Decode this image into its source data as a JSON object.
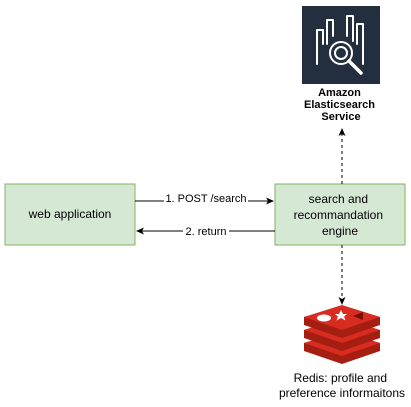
{
  "nodes": {
    "web_app": {
      "label": "web application"
    },
    "search_engine": {
      "label_lines": [
        "search and",
        "recommandation",
        "engine"
      ]
    },
    "elasticsearch": {
      "label_lines": [
        "Amazon",
        "Elasticsearch",
        "Service"
      ]
    },
    "redis": {
      "label_lines": [
        "Redis: profile and",
        "preference informaitons"
      ]
    }
  },
  "edges": {
    "post_search": {
      "label": "1. POST /search"
    },
    "return": {
      "label": "2. return"
    }
  },
  "colors": {
    "box_fill": "#d5e8d4",
    "box_stroke": "#82b366",
    "aws_icon_bg": "#232f3e",
    "redis_red": "#d82c20",
    "redis_dark": "#a41e11",
    "line": "#000000"
  },
  "icons": {
    "elasticsearch": "elasticsearch-icon",
    "redis": "redis-icon"
  }
}
